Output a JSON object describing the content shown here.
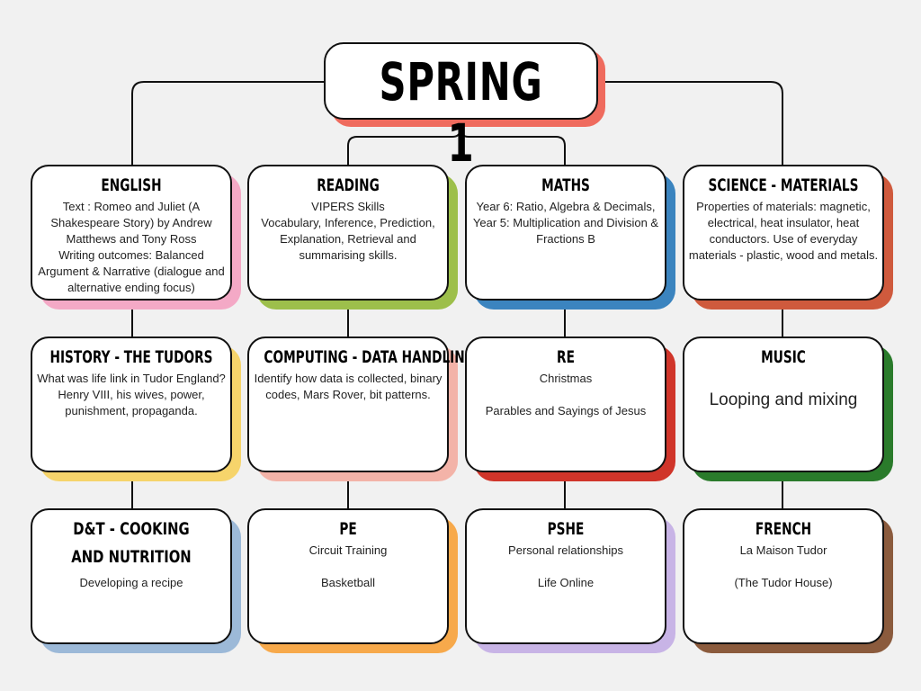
{
  "title": "SPRING 1",
  "colors": {
    "title_shadow": "#ef6b5e"
  },
  "cards": [
    {
      "heading": "ENGLISH",
      "body": "Text : Romeo and Juliet (A Shakespeare Story) by Andrew Matthews and Tony Ross\nWriting outcomes: Balanced Argument & Narrative (dialogue and alternative ending focus)",
      "color": "#f4a9c6"
    },
    {
      "heading": "READING",
      "body": "VIPERS Skills\nVocabulary, Inference, Prediction, Explanation, Retrieval and summarising skills.",
      "color": "#9dbf4b"
    },
    {
      "heading": "MATHS",
      "body": "Year 6: Ratio, Algebra & Decimals, Year 5: Multiplication and Division & Fractions B",
      "color": "#3b84bf"
    },
    {
      "heading": "SCIENCE - MATERIALS",
      "body": "Properties of materials: magnetic, electrical, heat insulator, heat conductors. Use of everyday materials - plastic, wood and metals.",
      "color": "#cf5a3d"
    },
    {
      "heading": "HISTORY - THE TUDORS",
      "body": "What was life link in Tudor England? Henry VIII, his wives, power, punishment, propaganda.",
      "color": "#f6d46b"
    },
    {
      "heading": "COMPUTING - DATA HANDLING",
      "body": "Identify how data is collected, binary codes, Mars Rover, bit patterns.",
      "color": "#f3b3a8"
    },
    {
      "heading": "RE",
      "body": "Christmas\n\nParables and Sayings of Jesus",
      "color": "#d0352a"
    },
    {
      "heading": "MUSIC",
      "body": "Looping and mixing",
      "color": "#2a7b2b"
    },
    {
      "heading": "D&T - COOKING AND NUTRITION",
      "body": "Developing a recipe",
      "color": "#9cb9d8"
    },
    {
      "heading": "PE",
      "body": "Circuit Training\n\nBasketball",
      "color": "#f7a94b"
    },
    {
      "heading": "PSHE",
      "body": "Personal relationships\n\nLife Online",
      "color": "#c8b4e6"
    },
    {
      "heading": "FRENCH",
      "body": "La Maison Tudor\n\n(The Tudor House)",
      "color": "#8b5b3d"
    }
  ]
}
